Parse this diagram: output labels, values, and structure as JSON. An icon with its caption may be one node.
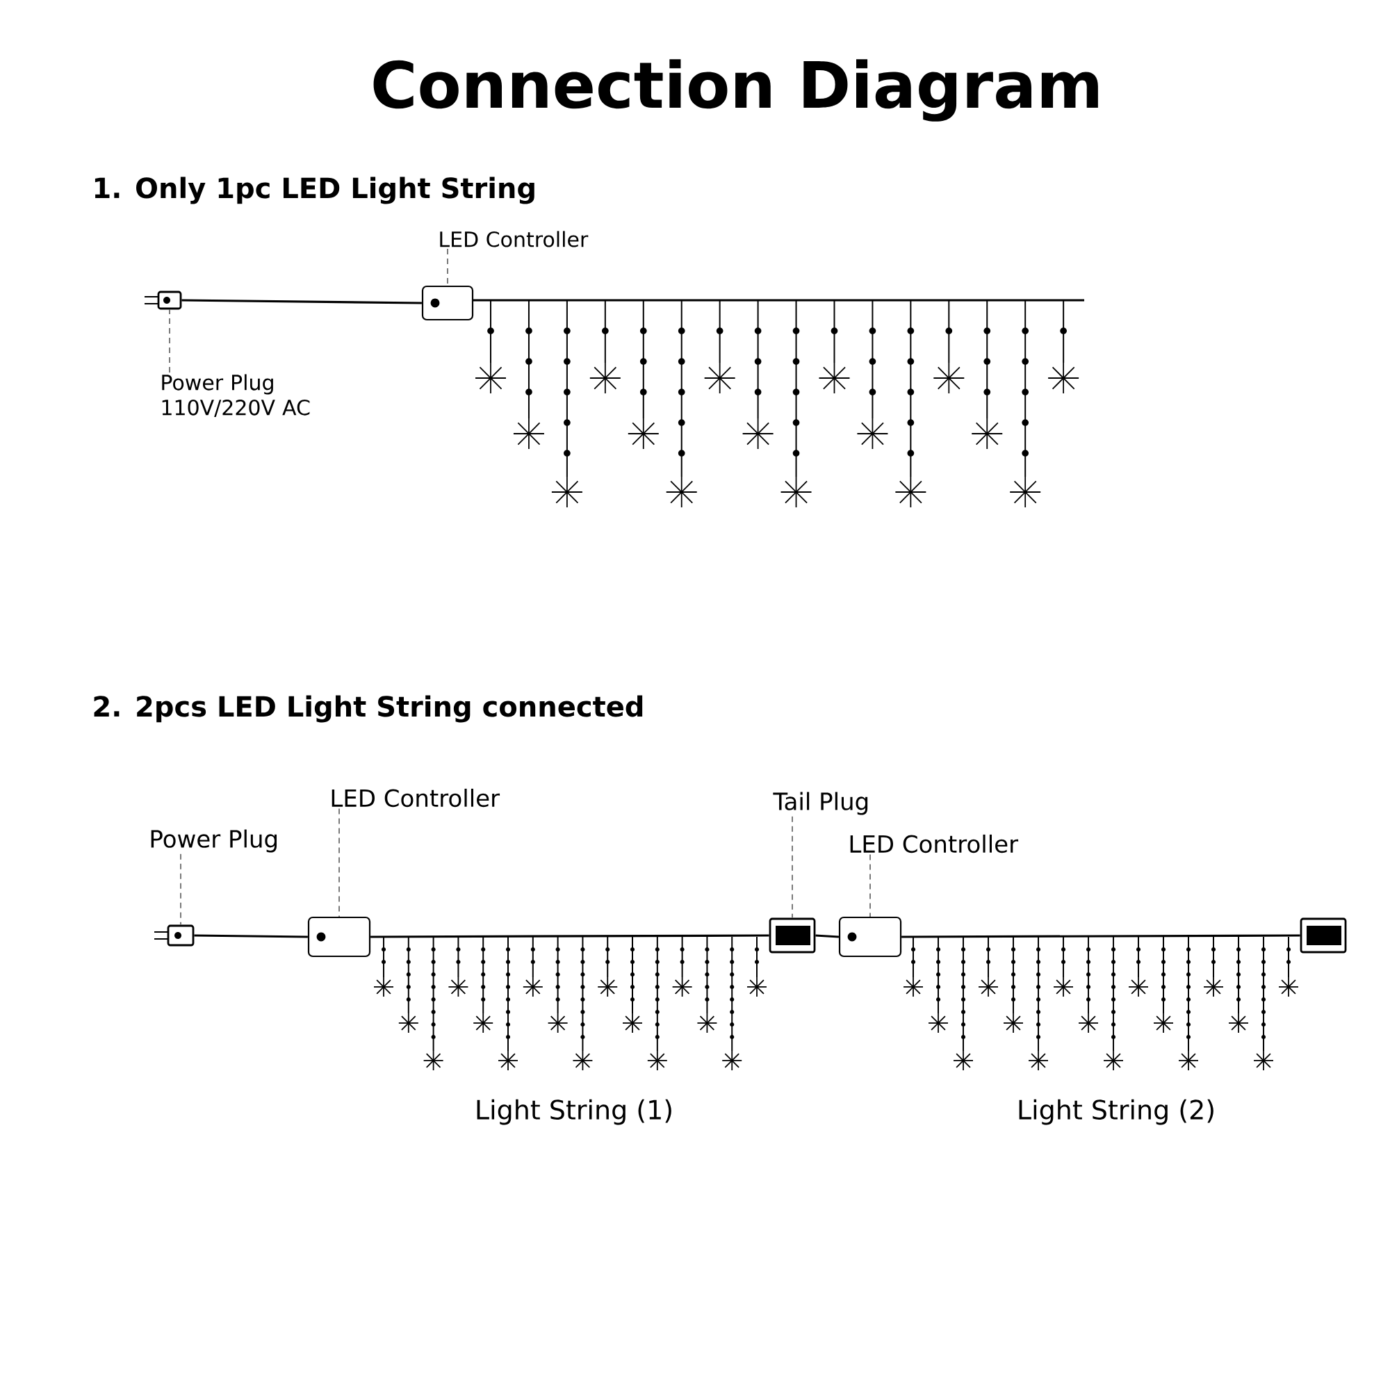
{
  "diagram": {
    "title": "Connection Diagram",
    "nodes": [
      {
        "text": [
          "LED Controller"
        ]
      },
      {
        "text": [],
        "shape": "plug"
      },
      {
        "text": [],
        "shape": "box"
      },
      {
        "text": [
          "Power Plug 110V/220V AC"
        ]
      },
      {
        "text": [
          "LED Controller"
        ]
      },
      {
        "text": [
          "Tail Plug"
        ]
      },
      {
        "text": [
          "Power Plug"
        ]
      },
      {
        "text": [
          "LED Controller"
        ]
      },
      {
        "text": [],
        "shape": "plug"
      },
      {
        "text": [],
        "shape": "box"
      },
      {
        "text": [],
        "shape": "plug"
      },
      {
        "text": [],
        "shape": "box"
      },
      {
        "text": [],
        "shape": "plug"
      }
    ],
    "edges": [
      {
        "from": 0,
        "to": 2,
        "arrow": "none",
        "style": "dashed"
      },
      {
        "from": 3,
        "to": 1,
        "arrow": "none",
        "style": "dashed"
      },
      {
        "from": 1,
        "to": 2,
        "arrow": "none"
      },
      {
        "from": 6,
        "to": 8,
        "arrow": "none",
        "style": "dashed"
      },
      {
        "from": 4,
        "to": 9,
        "arrow": "none",
        "style": "dashed"
      },
      {
        "from": 5,
        "to": 10,
        "arrow": "none",
        "style": "dashed"
      },
      {
        "from": 7,
        "to": 11,
        "arrow": "none",
        "style": "dashed"
      },
      {
        "from": 8,
        "to": 9,
        "arrow": "none"
      },
      {
        "from": 9,
        "to": 10,
        "arrow": "none"
      },
      {
        "from": 10,
        "to": 11,
        "arrow": "none"
      },
      {
        "from": 11,
        "to": 12,
        "arrow": "none"
      }
    ],
    "labels": [
      "1. Only 1pc LED Light String",
      "2. 2pcs LED Light String connected",
      "Light String (1)",
      "Light String (2)"
    ]
  }
}
